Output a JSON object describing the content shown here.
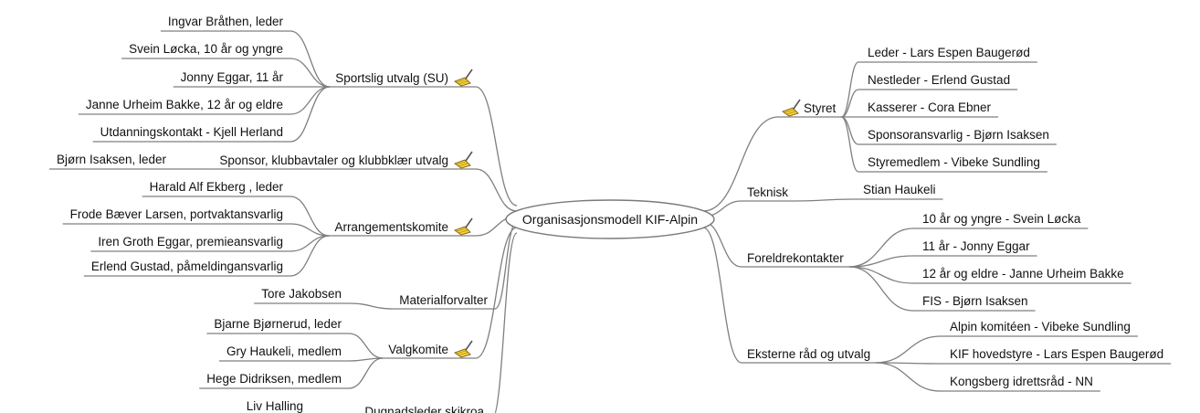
{
  "root": {
    "label": "Organisasjonsmodell KIF-Alpin"
  },
  "left": [
    {
      "label": "Sportslig utvalg (SU)",
      "icon": "broom-icon",
      "children": [
        "Ingvar Bråthen, leder",
        "Svein Løcka, 10 år og yngre",
        "Jonny Eggar, 11 år",
        "Janne Urheim Bakke, 12 år og eldre",
        "Utdanningskontakt - Kjell Herland"
      ]
    },
    {
      "label": "Sponsor, klubbavtaler og klubbklær utvalg",
      "icon": "broom-icon",
      "children": [
        "Bjørn Isaksen, leder"
      ]
    },
    {
      "label": "Arrangementskomite",
      "icon": "broom-icon",
      "children": [
        "Harald Alf Ekberg , leder",
        "Frode Bæver Larsen, portvaktansvarlig",
        "Iren Groth Eggar, premieansvarlig",
        "Erlend Gustad, påmeldingansvarlig"
      ]
    },
    {
      "label": "Materialforvalter",
      "icon": "",
      "children": [
        "Tore Jakobsen"
      ]
    },
    {
      "label": "Valgkomite",
      "icon": "broom-icon",
      "children": [
        "Bjarne Bjørnerud, leder",
        "Gry Haukeli, medlem",
        "Hege Didriksen, medlem"
      ]
    },
    {
      "label": "Dugnadsleder skikroa",
      "icon": "",
      "children": [
        "Liv Halling"
      ]
    }
  ],
  "right": [
    {
      "label": "Styret",
      "icon": "broom-icon",
      "children": [
        "Leder - Lars Espen Baugerød",
        "Nestleder - Erlend Gustad",
        "Kasserer - Cora Ebner",
        "Sponsoransvarlig - Bjørn Isaksen",
        "Styremedlem - Vibeke Sundling"
      ]
    },
    {
      "label": "Teknisk",
      "icon": "",
      "children": [
        "Stian Haukeli"
      ]
    },
    {
      "label": "Foreldrekontakter",
      "icon": "",
      "children": [
        "10 år og yngre - Svein Løcka",
        "11 år - Jonny Eggar",
        "12 år og eldre - Janne Urheim Bakke",
        "FIS - Bjørn Isaksen"
      ]
    },
    {
      "label": "Eksterne råd og utvalg",
      "icon": "",
      "children": [
        "Alpin komitéen - Vibeke Sundling",
        "KIF hovedstyre - Lars Espen Baugerød",
        "Kongsberg idrettsråd - NN"
      ]
    }
  ]
}
